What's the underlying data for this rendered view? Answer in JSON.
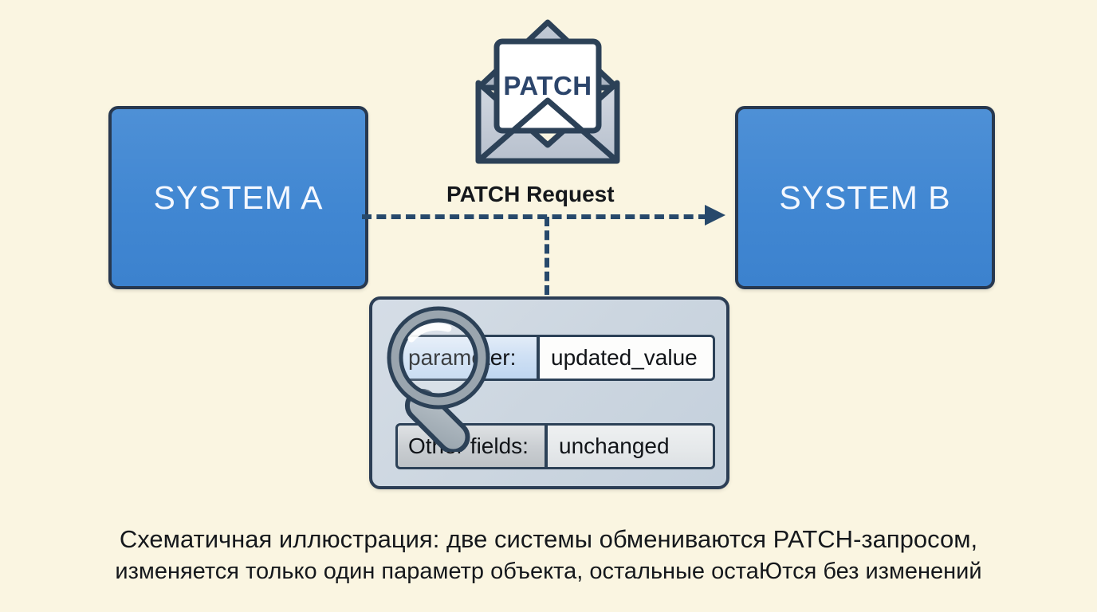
{
  "diagram": {
    "background_color": "#faf5e1",
    "accent_color": "#4187d2",
    "stroke_color": "#27384f",
    "systems": [
      {
        "id": "system-a",
        "label": "SYSTEM A"
      },
      {
        "id": "system-b",
        "label": "SYSTEM B"
      }
    ],
    "envelope": {
      "icon": "envelope-icon",
      "letter_text": "PATCH",
      "paper_color": "#ffffff",
      "body_color": "#c2cad6",
      "stroke_color": "#2c4157"
    },
    "connector": {
      "label": "PATCH Request",
      "style": "dashed",
      "direction": "left-to-right",
      "color": "#27496b"
    },
    "detail_card": {
      "magnifier_icon": "magnifying-glass-icon",
      "rows": [
        {
          "id": "parameter-row",
          "key": "parameter:",
          "value": "updated_value",
          "key_color": "#cfe0f4",
          "value_color": "#fdfdfc",
          "highlighted": true
        },
        {
          "id": "other-fields-row",
          "key": "Other fields:",
          "value": "unchanged",
          "key_color": "#c9cdd1",
          "value_color": "#e5e8ea",
          "highlighted": false
        }
      ]
    },
    "caption": {
      "line1": "Схематичная иллюстрация: две системы обмениваются PATCH-запросом,",
      "line2": "изменяется только один параметр объекта, остальные остаЮтся без изменений"
    }
  }
}
